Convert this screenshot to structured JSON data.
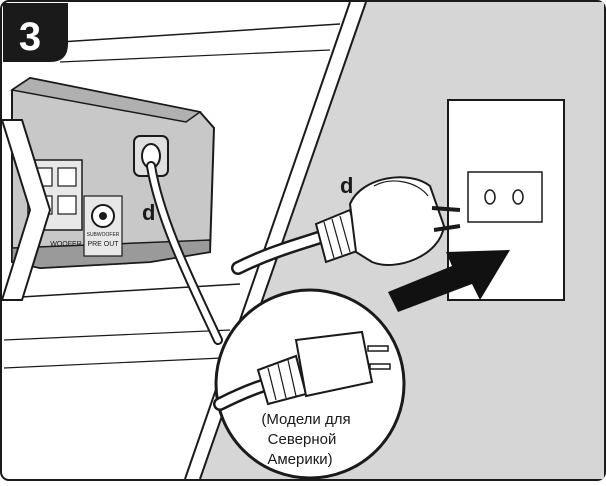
{
  "step": {
    "number": "3"
  },
  "callouts": {
    "left_label": "d",
    "right_label": "d"
  },
  "device": {
    "port_label_1": "WOOFER",
    "port_label_2": "SUBWOOFER",
    "port_label_3": "PRE OUT"
  },
  "inset": {
    "caption_line1": "(Модели для",
    "caption_line2": "Северной",
    "caption_line3": "Америки)"
  },
  "colors": {
    "background": "#ffffff",
    "wall": "#d6d6d6",
    "outline": "#1a1a1a",
    "arrow": "#111111"
  }
}
